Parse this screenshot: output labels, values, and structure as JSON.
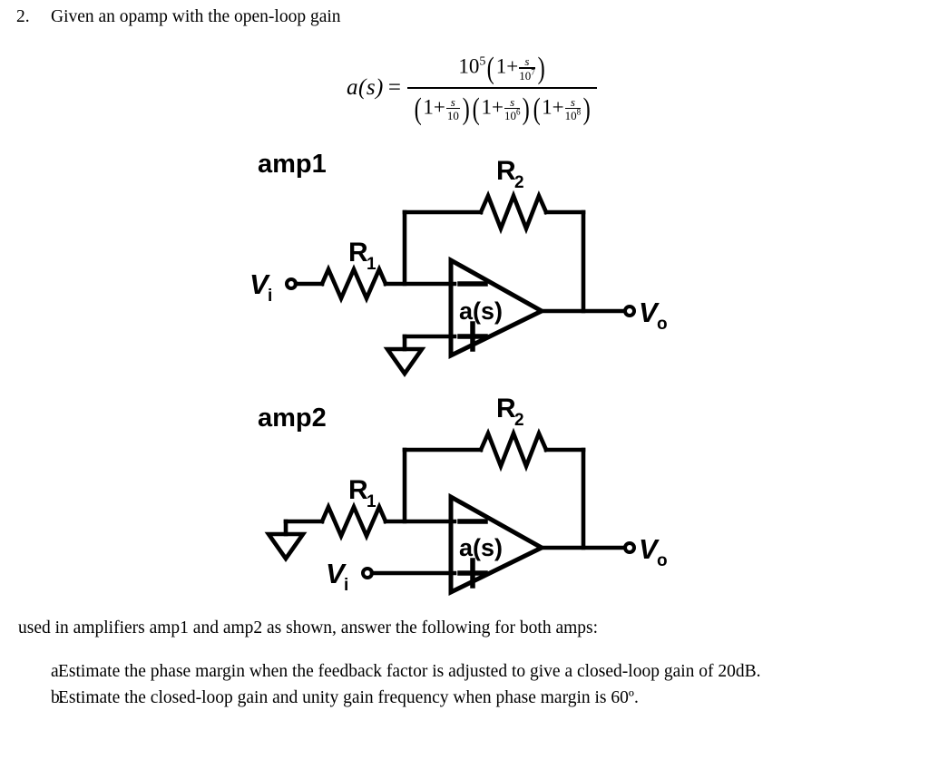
{
  "question": {
    "number": "2.",
    "stem": "Given an opamp with the open-loop gain",
    "trailer": "used in amplifiers amp1 and amp2 as shown, answer the following for both amps:",
    "sub_items": [
      {
        "marker": "a.",
        "text": "Estimate the phase margin when the feedback factor is adjusted to give a closed-loop gain of 20dB."
      },
      {
        "marker": "b.",
        "text": "Estimate the closed-loop gain and unity gain frequency when phase margin is 60º."
      }
    ]
  },
  "equation": {
    "lhs": "a(s)",
    "equals": "=",
    "numerator": {
      "coefficient_base": "10",
      "coefficient_exponent": "5",
      "factor_prefix": "1+",
      "factor_num": "s",
      "factor_den_base": "10",
      "factor_den_exponent": "7"
    },
    "denominator_factors": [
      {
        "prefix": "1+",
        "num": "s",
        "den_base": "10",
        "den_exponent": ""
      },
      {
        "prefix": "1+",
        "num": "s",
        "den_base": "10",
        "den_exponent": "6"
      },
      {
        "prefix": "1+",
        "num": "s",
        "den_base": "10",
        "den_exponent": "8"
      }
    ],
    "paren_open": "(",
    "paren_close": ")"
  },
  "circuits": [
    {
      "id": "amp1",
      "label": "amp1",
      "topology": "inverting",
      "opamp_text": "a(s)",
      "minus_sign": "−",
      "plus_sign": "+",
      "r1_label_main": "R",
      "r1_label_sub": "1",
      "r2_label_main": "R",
      "r2_label_sub": "2",
      "vin_label_main": "V",
      "vin_label_sub": "i",
      "vout_label_main": "V",
      "vout_label_sub": "o",
      "input_terminal": "inverting",
      "grounded_terminal": "noninverting"
    },
    {
      "id": "amp2",
      "label": "amp2",
      "topology": "noninverting",
      "opamp_text": "a(s)",
      "minus_sign": "−",
      "plus_sign": "+",
      "r1_label_main": "R",
      "r1_label_sub": "1",
      "r2_label_main": "R",
      "r2_label_sub": "2",
      "vin_label_main": "V",
      "vin_label_sub": "i",
      "vout_label_main": "V",
      "vout_label_sub": "o",
      "input_terminal": "noninverting",
      "grounded_terminal": "r1-left-end"
    }
  ],
  "colors": {
    "ink": "#000000",
    "paper": "#ffffff"
  }
}
